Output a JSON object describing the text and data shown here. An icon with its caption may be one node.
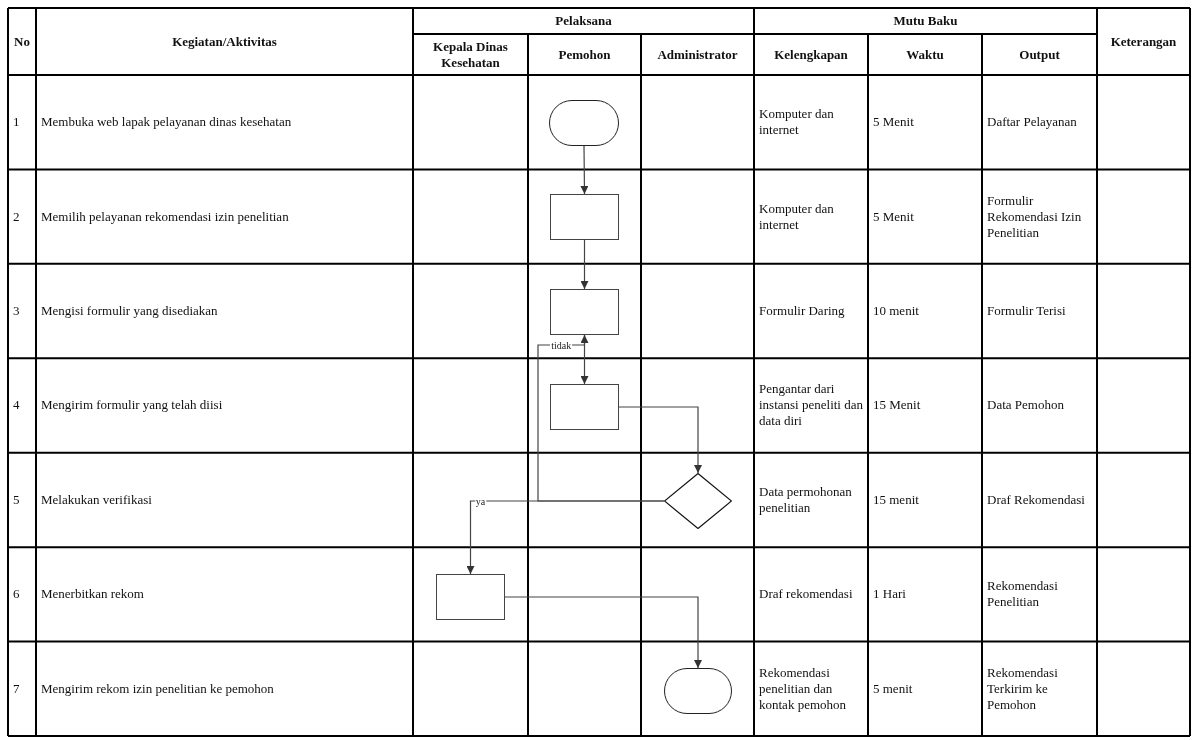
{
  "diagram": {
    "nodes": [
      {
        "text": [],
        "shape": "oval"
      },
      {
        "text": [],
        "shape": "box"
      },
      {
        "text": [],
        "shape": "box"
      },
      {
        "text": [],
        "shape": "box"
      },
      {
        "text": [],
        "shape": "diamond"
      },
      {
        "text": [],
        "shape": "box"
      },
      {
        "text": [],
        "shape": "oval"
      }
    ],
    "edges": [
      {
        "from": 0,
        "to": 1,
        "arrow": "to"
      },
      {
        "from": 1,
        "to": 2,
        "arrow": "to"
      },
      {
        "from": 2,
        "to": 3,
        "arrow": "to"
      },
      {
        "from": 4,
        "to": 2,
        "arrow": "to",
        "label": "tidak"
      },
      {
        "from": 3,
        "to": 4,
        "arrow": "to"
      },
      {
        "from": 4,
        "to": 5,
        "arrow": "to",
        "label": "ya"
      },
      {
        "from": 5,
        "to": 6,
        "arrow": "to"
      }
    ],
    "labels": [
      "No",
      "Kegiatan/Aktivitas",
      "Pelaksana",
      "Mutu Baku",
      "Keterangan",
      "Kepala Dinas Kesehatan",
      "Pemohon",
      "Administrator",
      "Kelengkapan",
      "Waktu",
      "Output",
      "1",
      "Membuka web lapak pelayanan dinas kesehatan",
      "Komputer dan internet",
      "5 Menit",
      "Daftar Pelayanan",
      "2",
      "Memilih pelayanan rekomendasi izin penelitian",
      "Komputer dan internet",
      "5 Menit",
      "Formulir Rekomendasi Izin Penelitian",
      "3",
      "Mengisi formulir yang disediakan",
      "Formulir Daring",
      "10 menit",
      "Formulir Terisi",
      "4",
      "Mengirim formulir yang telah diisi",
      "Pengantar dari instansi peneliti dan data diri",
      "15 Menit",
      "Data Pemohon",
      "5",
      "Melakukan verifikasi",
      "Data permohonan penelitian",
      "15 menit",
      "Draf Rekomendasi",
      "6",
      "Menerbitkan rekom",
      "Draf rekomendasi",
      "1 Hari",
      "Rekomendasi Penelitian",
      "7",
      "Mengirim rekom izin penelitian ke pemohon",
      "Rekomendasi penelitian dan kontak pemohon",
      "5 menit",
      "Rekomendasi Terkirim ke Pemohon"
    ]
  }
}
